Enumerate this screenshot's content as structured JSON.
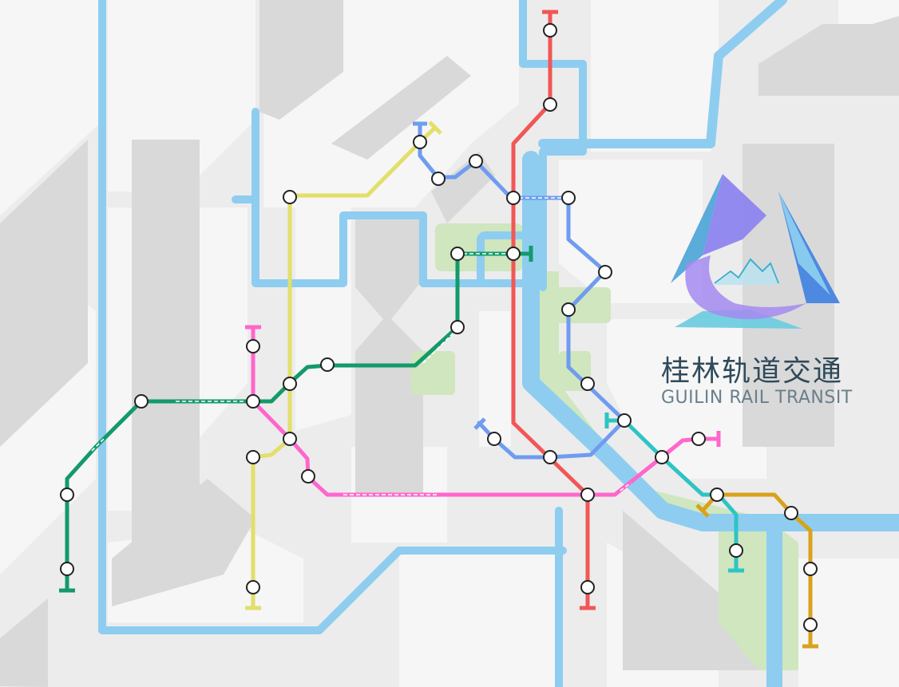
{
  "brand": {
    "name_cn": "桂林轨道交通",
    "name_en": "GUILIN RAIL TRANSIT",
    "logo_icon": "triangle-mountain-logo"
  },
  "colors": {
    "background": "#ededed",
    "water": "#8ecdf0",
    "park": "#cfe6bf",
    "line_red": "#f25656",
    "line_blue": "#6f9cf0",
    "line_yellow": "#e2df6a",
    "line_green": "#139a6a",
    "line_pink": "#ff66cc",
    "line_teal": "#2ec4c4",
    "line_orange": "#d9a21c"
  },
  "map": {
    "lines": [
      {
        "id": "red",
        "color": "#f25656"
      },
      {
        "id": "blue",
        "color": "#6f9cf0"
      },
      {
        "id": "yellow",
        "color": "#e2df6a"
      },
      {
        "id": "green",
        "color": "#139a6a"
      },
      {
        "id": "pink",
        "color": "#ff66cc"
      },
      {
        "id": "teal",
        "color": "#2ec4c4"
      },
      {
        "id": "orange",
        "color": "#d9a21c"
      }
    ]
  }
}
